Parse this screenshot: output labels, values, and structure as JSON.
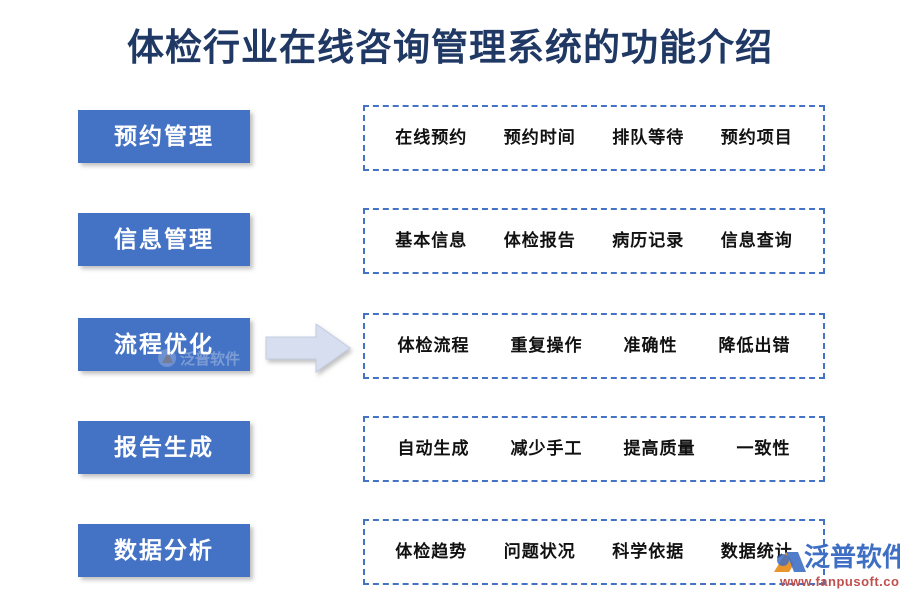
{
  "page": {
    "title": "体检行业在线咨询管理系统的功能介绍",
    "background_color": "#FFFFFF",
    "title_color": "#1F3864",
    "accent_color": "#4472C4",
    "arrow_color": "#D6DEEF"
  },
  "rows": [
    {
      "label": "预约管理",
      "items": [
        "在线预约",
        "预约时间",
        "排队等待",
        "预约项目"
      ],
      "has_arrow": false,
      "has_box_watermark": false
    },
    {
      "label": "信息管理",
      "items": [
        "基本信息",
        "体检报告",
        "病历记录",
        "信息查询"
      ],
      "has_arrow": false,
      "has_box_watermark": false
    },
    {
      "label": "流程优化",
      "items": [
        "体检流程",
        "重复操作",
        "准确性",
        "降低出错"
      ],
      "has_arrow": true,
      "has_box_watermark": true
    },
    {
      "label": "报告生成",
      "items": [
        "自动生成",
        "减少手工",
        "提高质量",
        "一致性"
      ],
      "has_arrow": false,
      "has_box_watermark": false
    },
    {
      "label": "数据分析",
      "items": [
        "体检趋势",
        "问题状况",
        "科学依据",
        "数据统计"
      ],
      "has_arrow": false,
      "has_box_watermark": false
    }
  ],
  "watermark": {
    "brand": "泛普软件",
    "url": "www.fanpusoft.com",
    "brand_color": "#3F6FC4",
    "url_color": "#C0504D"
  }
}
